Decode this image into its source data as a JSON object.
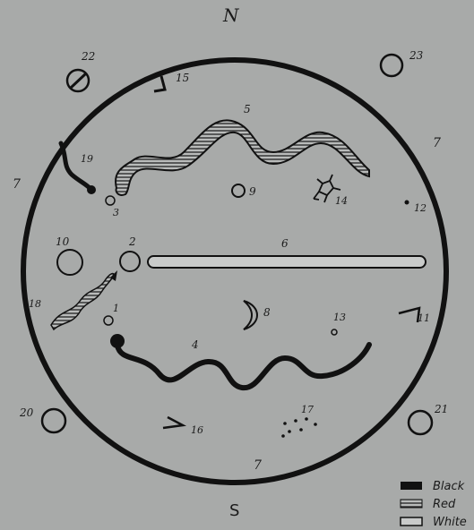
{
  "compass": {
    "north": "N",
    "south": "S"
  },
  "labels": {
    "n1": "1",
    "n2": "2",
    "n3": "3",
    "n4": "4",
    "n5": "5",
    "n6": "6",
    "n7_left": "7",
    "n7_right": "7",
    "n7_bottom": "7",
    "n8": "8",
    "n9": "9",
    "n10": "10",
    "n11": "11",
    "n12": "12",
    "n13": "13",
    "n14": "14",
    "n15": "15",
    "n16": "16",
    "n17": "17",
    "n18": "18",
    "n19": "19",
    "n20": "20",
    "n21": "21",
    "n22": "22",
    "n23": "23"
  },
  "legend": [
    {
      "label": "Black",
      "color": "#111111",
      "style": "solid"
    },
    {
      "label": "Red",
      "color": "#7a7a7a",
      "style": "hatched"
    },
    {
      "label": "White",
      "color": "#c9cbca",
      "style": "outline"
    }
  ]
}
